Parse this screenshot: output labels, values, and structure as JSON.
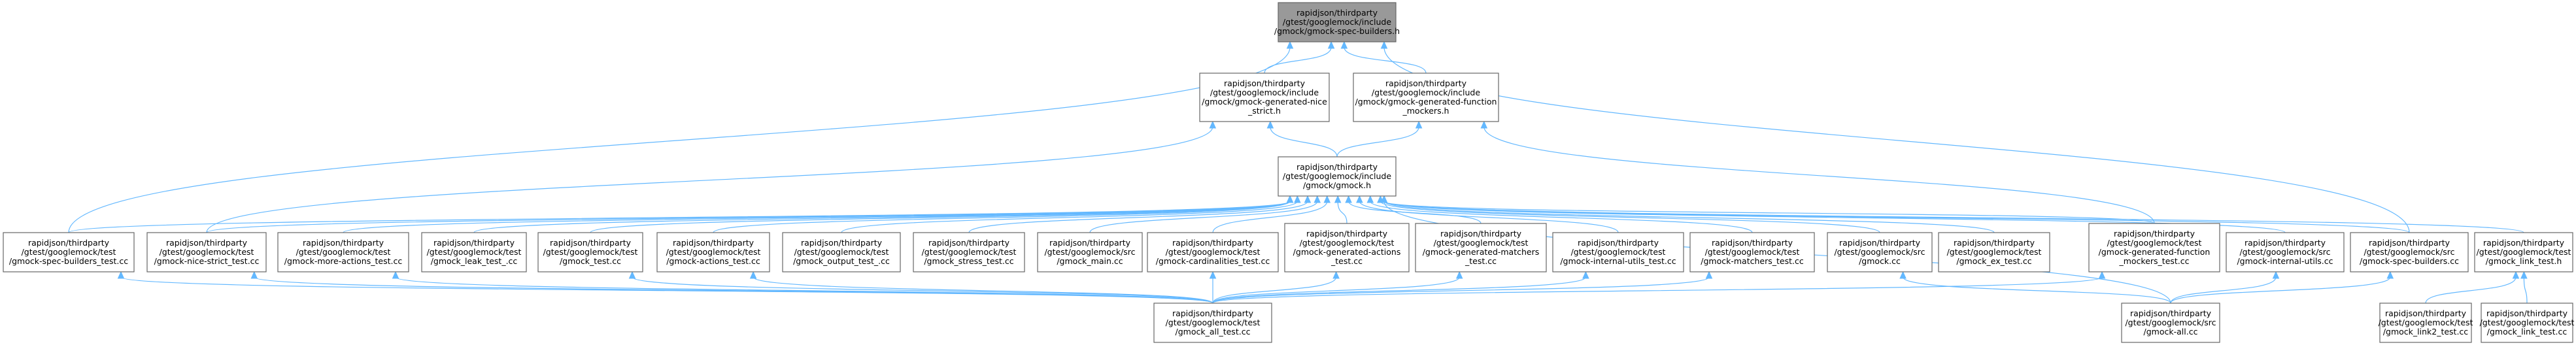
{
  "nodes": [
    {
      "id": "root",
      "lines": [
        "rapidjson/thirdparty",
        "/gtest/googlemock/include",
        "/gmock/gmock-spec-builders.h"
      ],
      "highlight": true
    },
    {
      "id": "nice_strict",
      "lines": [
        "rapidjson/thirdparty",
        "/gtest/googlemock/include",
        "/gmock/gmock-generated-nice",
        "_strict.h"
      ]
    },
    {
      "id": "func_mockers_h",
      "lines": [
        "rapidjson/thirdparty",
        "/gtest/googlemock/include",
        "/gmock/gmock-generated-function",
        "_mockers.h"
      ]
    },
    {
      "id": "gmock_h",
      "lines": [
        "rapidjson/thirdparty",
        "/gtest/googlemock/include",
        "/gmock/gmock.h"
      ]
    },
    {
      "id": "spec_builders_test",
      "lines": [
        "rapidjson/thirdparty",
        "/gtest/googlemock/test",
        "/gmock-spec-builders_test.cc"
      ]
    },
    {
      "id": "nice_strict_test",
      "lines": [
        "rapidjson/thirdparty",
        "/gtest/googlemock/test",
        "/gmock-nice-strict_test.cc"
      ]
    },
    {
      "id": "more_actions_test",
      "lines": [
        "rapidjson/thirdparty",
        "/gtest/googlemock/test",
        "/gmock-more-actions_test.cc"
      ]
    },
    {
      "id": "leak_test",
      "lines": [
        "rapidjson/thirdparty",
        "/gtest/googlemock/test",
        "/gmock_leak_test_.cc"
      ]
    },
    {
      "id": "gmock_test",
      "lines": [
        "rapidjson/thirdparty",
        "/gtest/googlemock/test",
        "/gmock_test.cc"
      ]
    },
    {
      "id": "actions_test",
      "lines": [
        "rapidjson/thirdparty",
        "/gtest/googlemock/test",
        "/gmock-actions_test.cc"
      ]
    },
    {
      "id": "output_test",
      "lines": [
        "rapidjson/thirdparty",
        "/gtest/googlemock/test",
        "/gmock_output_test_.cc"
      ]
    },
    {
      "id": "stress_test",
      "lines": [
        "rapidjson/thirdparty",
        "/gtest/googlemock/test",
        "/gmock_stress_test.cc"
      ]
    },
    {
      "id": "gmock_main",
      "lines": [
        "rapidjson/thirdparty",
        "/gtest/googlemock/src",
        "/gmock_main.cc"
      ]
    },
    {
      "id": "cardinalities_test",
      "lines": [
        "rapidjson/thirdparty",
        "/gtest/googlemock/test",
        "/gmock-cardinalities_test.cc"
      ]
    },
    {
      "id": "gen_actions_test",
      "lines": [
        "rapidjson/thirdparty",
        "/gtest/googlemock/test",
        "/gmock-generated-actions",
        "_test.cc"
      ]
    },
    {
      "id": "gen_matchers_test",
      "lines": [
        "rapidjson/thirdparty",
        "/gtest/googlemock/test",
        "/gmock-generated-matchers",
        "_test.cc"
      ]
    },
    {
      "id": "internal_utils_test",
      "lines": [
        "rapidjson/thirdparty",
        "/gtest/googlemock/test",
        "/gmock-internal-utils_test.cc"
      ]
    },
    {
      "id": "matchers_test",
      "lines": [
        "rapidjson/thirdparty",
        "/gtest/googlemock/test",
        "/gmock-matchers_test.cc"
      ]
    },
    {
      "id": "gmock_cc",
      "lines": [
        "rapidjson/thirdparty",
        "/gtest/googlemock/src",
        "/gmock.cc"
      ]
    },
    {
      "id": "ex_test",
      "lines": [
        "rapidjson/thirdparty",
        "/gtest/googlemock/test",
        "/gmock_ex_test.cc"
      ]
    },
    {
      "id": "gen_func_mockers_test",
      "lines": [
        "rapidjson/thirdparty",
        "/gtest/googlemock/test",
        "/gmock-generated-function",
        "_mockers_test.cc"
      ]
    },
    {
      "id": "internal_utils_cc",
      "lines": [
        "rapidjson/thirdparty",
        "/gtest/googlemock/src",
        "/gmock-internal-utils.cc"
      ]
    },
    {
      "id": "spec_builders_cc",
      "lines": [
        "rapidjson/thirdparty",
        "/gtest/googlemock/src",
        "/gmock-spec-builders.cc"
      ]
    },
    {
      "id": "link_test_h",
      "lines": [
        "rapidjson/thirdparty",
        "/gtest/googlemock/test",
        "/gmock_link_test.h"
      ]
    },
    {
      "id": "all_test",
      "lines": [
        "rapidjson/thirdparty",
        "/gtest/googlemock/test",
        "/gmock_all_test.cc"
      ]
    },
    {
      "id": "gmock_all",
      "lines": [
        "rapidjson/thirdparty",
        "/gtest/googlemock/src",
        "/gmock-all.cc"
      ]
    },
    {
      "id": "link2_test",
      "lines": [
        "rapidjson/thirdparty",
        "/gtest/googlemock/test",
        "/gmock_link2_test.cc"
      ]
    },
    {
      "id": "link_test_cc",
      "lines": [
        "rapidjson/thirdparty",
        "/gtest/googlemock/test",
        "/gmock_link_test.cc"
      ]
    }
  ],
  "edges": [
    [
      "nice_strict",
      "root"
    ],
    [
      "func_mockers_h",
      "root"
    ],
    [
      "spec_builders_test",
      "root"
    ],
    [
      "spec_builders_cc",
      "root"
    ],
    [
      "gmock_h",
      "nice_strict"
    ],
    [
      "gmock_h",
      "func_mockers_h"
    ],
    [
      "nice_strict_test",
      "nice_strict"
    ],
    [
      "gen_func_mockers_test",
      "func_mockers_h"
    ],
    [
      "spec_builders_test",
      "gmock_h"
    ],
    [
      "nice_strict_test",
      "gmock_h"
    ],
    [
      "more_actions_test",
      "gmock_h"
    ],
    [
      "leak_test",
      "gmock_h"
    ],
    [
      "gmock_test",
      "gmock_h"
    ],
    [
      "actions_test",
      "gmock_h"
    ],
    [
      "output_test",
      "gmock_h"
    ],
    [
      "stress_test",
      "gmock_h"
    ],
    [
      "gmock_main",
      "gmock_h"
    ],
    [
      "cardinalities_test",
      "gmock_h"
    ],
    [
      "gen_actions_test",
      "gmock_h"
    ],
    [
      "gen_matchers_test",
      "gmock_h"
    ],
    [
      "internal_utils_test",
      "gmock_h"
    ],
    [
      "matchers_test",
      "gmock_h"
    ],
    [
      "gmock_cc",
      "gmock_h"
    ],
    [
      "ex_test",
      "gmock_h"
    ],
    [
      "gen_func_mockers_test",
      "gmock_h"
    ],
    [
      "internal_utils_cc",
      "gmock_h"
    ],
    [
      "spec_builders_cc",
      "gmock_h"
    ],
    [
      "link_test_h",
      "gmock_h"
    ],
    [
      "gmock_all",
      "gmock_h"
    ],
    [
      "all_test",
      "spec_builders_test"
    ],
    [
      "all_test",
      "nice_strict_test"
    ],
    [
      "all_test",
      "more_actions_test"
    ],
    [
      "all_test",
      "gmock_test"
    ],
    [
      "all_test",
      "actions_test"
    ],
    [
      "all_test",
      "cardinalities_test"
    ],
    [
      "all_test",
      "gen_actions_test"
    ],
    [
      "all_test",
      "gen_matchers_test"
    ],
    [
      "all_test",
      "internal_utils_test"
    ],
    [
      "all_test",
      "matchers_test"
    ],
    [
      "all_test",
      "gen_func_mockers_test"
    ],
    [
      "gmock_all",
      "gmock_cc"
    ],
    [
      "gmock_all",
      "internal_utils_cc"
    ],
    [
      "gmock_all",
      "spec_builders_cc"
    ],
    [
      "link2_test",
      "link_test_h"
    ],
    [
      "link_test_cc",
      "link_test_h"
    ]
  ]
}
